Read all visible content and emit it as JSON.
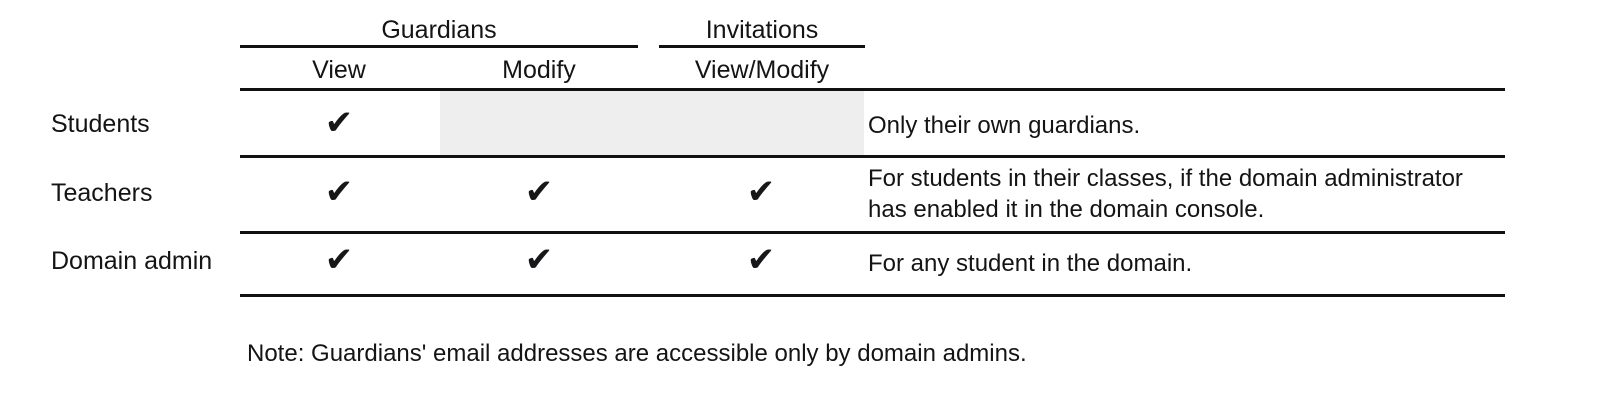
{
  "table": {
    "group_headers": [
      {
        "label": "Guardians"
      },
      {
        "label": "Invitations"
      }
    ],
    "column_headers": [
      {
        "label": "View"
      },
      {
        "label": "Modify"
      },
      {
        "label": "View/Modify"
      }
    ],
    "check_glyph": "✔",
    "rows": [
      {
        "label": "Students",
        "view": "✔",
        "modify": "",
        "viewmodify": "",
        "note": "Only their own guardians."
      },
      {
        "label": "Teachers",
        "view": "✔",
        "modify": "✔",
        "viewmodify": "✔",
        "note": "For students in their classes, if the domain administrator has enabled it in the domain console."
      },
      {
        "label": "Domain admin",
        "view": "✔",
        "modify": "✔",
        "viewmodify": "✔",
        "note": "For any student in the domain."
      }
    ]
  },
  "footnote": {
    "text": "Note: Guardians' email addresses are accessible only by domain admins."
  },
  "colors": {
    "text": "#141414",
    "rule": "#111111",
    "shaded_cell": "#eeeeee",
    "background": "#ffffff"
  }
}
